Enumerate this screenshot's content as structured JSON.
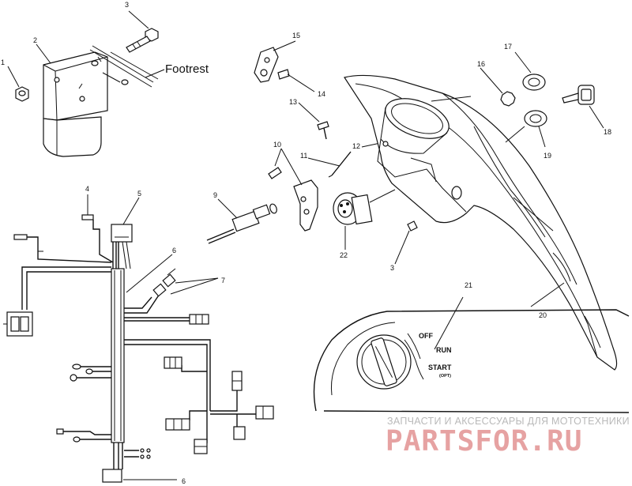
{
  "callouts": [
    {
      "id": "c1",
      "text": "1"
    },
    {
      "id": "c2",
      "text": "2"
    },
    {
      "id": "c3a",
      "text": "3"
    },
    {
      "id": "c3b",
      "text": "3"
    },
    {
      "id": "c4",
      "text": "4"
    },
    {
      "id": "c5",
      "text": "5"
    },
    {
      "id": "c6a",
      "text": "6"
    },
    {
      "id": "c6b",
      "text": "6"
    },
    {
      "id": "c7",
      "text": "7"
    },
    {
      "id": "c9",
      "text": "9"
    },
    {
      "id": "c10",
      "text": "10"
    },
    {
      "id": "c11",
      "text": "11"
    },
    {
      "id": "c12",
      "text": "12"
    },
    {
      "id": "c13",
      "text": "13"
    },
    {
      "id": "c14",
      "text": "14"
    },
    {
      "id": "c15",
      "text": "15"
    },
    {
      "id": "c16",
      "text": "16"
    },
    {
      "id": "c17",
      "text": "17"
    },
    {
      "id": "c18",
      "text": "18"
    },
    {
      "id": "c19",
      "text": "19"
    },
    {
      "id": "c20",
      "text": "20"
    },
    {
      "id": "c21",
      "text": "21"
    },
    {
      "id": "c22",
      "text": "22"
    }
  ],
  "labels": {
    "footrest": "Footrest",
    "switch_off": "OFF",
    "switch_run": "RUN",
    "switch_start": "START",
    "switch_opt": "(OPT)"
  },
  "watermark": {
    "tagline": "ЗАПЧАСТИ И АКСЕССУАРЫ ДЛЯ МОТОТЕХНИКИ",
    "logo": "PARTSFOR.RU"
  }
}
